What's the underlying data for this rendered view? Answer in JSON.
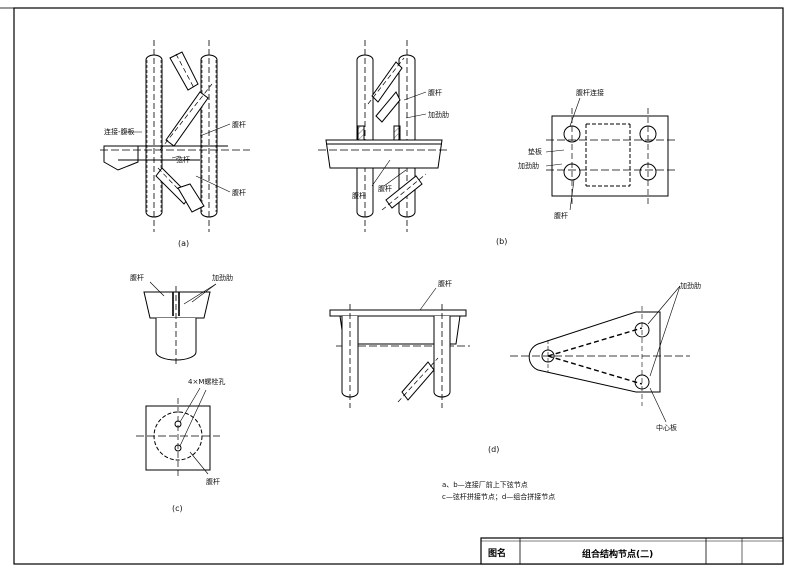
{
  "drawing": {
    "views": {
      "a": {
        "caption": "(a)",
        "labels": {
          "connection_plate": "连接-腹板",
          "left_diagonal": "腹杆",
          "chord": "弦杆",
          "lower_diagonal": "腹杆"
        }
      },
      "b": {
        "caption": "(b)",
        "labels": {
          "top_right": "腹杆",
          "stiffener": "加劲肋",
          "bottom_left": "腹杆",
          "bottom_mid": "腹杆"
        }
      },
      "b_plan": {
        "labels": {
          "top": "腹杆连接",
          "left_1": "垫板",
          "left_2": "加劲肋",
          "bottom": "腹杆"
        }
      },
      "c": {
        "caption": "(c)",
        "labels": {
          "top_left": "腹杆",
          "top_right": "加劲肋",
          "hole_note": "4×M螺栓孔",
          "bottom": "腹杆"
        }
      },
      "d": {
        "caption": "(d)",
        "labels": {
          "top": "腹杆",
          "right_top": "加劲肋",
          "right_bottom": "中心板"
        }
      }
    },
    "notes": {
      "line1": "a、b—连接厂前上下弦节点",
      "line2": "c—弦杆拼接节点；d—组合拼接节点"
    },
    "title_block": {
      "cell_left": "图名",
      "title": "组合结构节点(二)"
    }
  }
}
